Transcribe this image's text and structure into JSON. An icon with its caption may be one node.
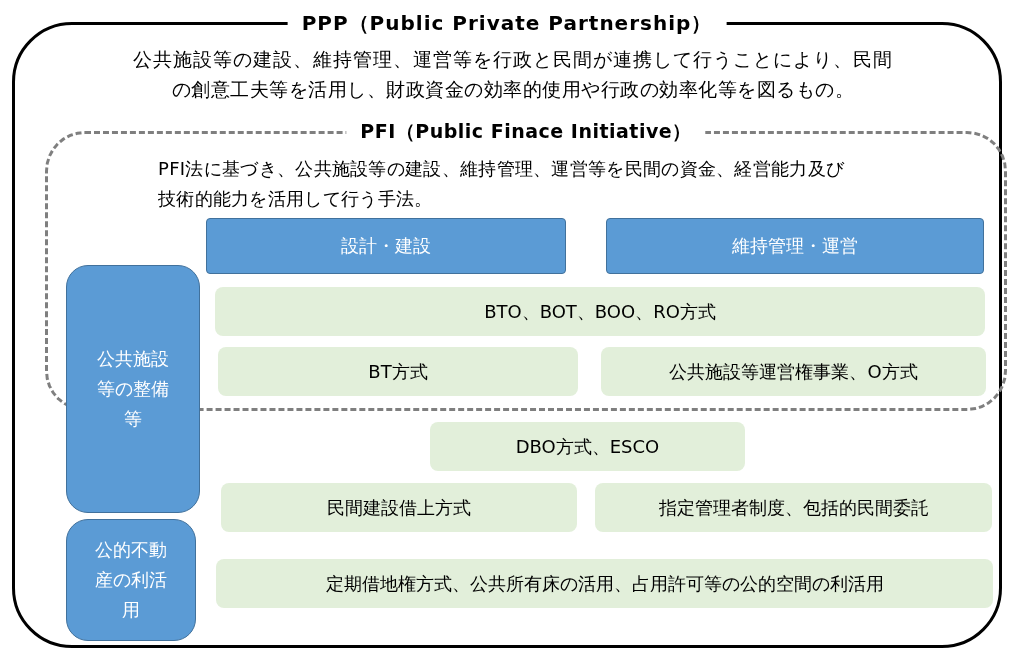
{
  "diagram": {
    "nodes": [
      {
        "text": [
          "PPP（Public Private Partnership）",
          "公共施設等の建設、維持管理、運営等を行政と民間が連携して行うことにより、民間の創意工夫等を活用し、財政資金の効率的使用や行政の効率化等を図るもの。"
        ]
      },
      {
        "text": [
          "PFI（Public Finace Initiative）",
          "PFI法に基づき、公共施設等の建設、維持管理、運営等を民間の資金、経営能力及び技術的能力を活用して行う手法。"
        ],
        "in": 0
      },
      {
        "text": [
          "設計・建設"
        ],
        "in": 1
      },
      {
        "text": [
          "維持管理・運営"
        ],
        "in": 1
      },
      {
        "text": [
          "公共施設等の整備等"
        ],
        "in": 0
      },
      {
        "text": [
          "BTO、BOT、BOO、RO方式"
        ],
        "in": 1
      },
      {
        "text": [
          "BT方式"
        ],
        "in": 1
      },
      {
        "text": [
          "公共施設等運営権事業、O方式"
        ],
        "in": 1
      },
      {
        "text": [
          "DBO方式、ESCO"
        ],
        "in": 0
      },
      {
        "text": [
          "民間建設借上方式"
        ],
        "in": 0
      },
      {
        "text": [
          "指定管理者制度、包括的民間委託"
        ],
        "in": 0
      },
      {
        "text": [
          "公的不動産の利活用"
        ],
        "in": 0
      },
      {
        "text": [
          "定期借地権方式、公共所有床の活用、占用許可等の公的空間の利活用"
        ],
        "in": 0
      }
    ]
  }
}
